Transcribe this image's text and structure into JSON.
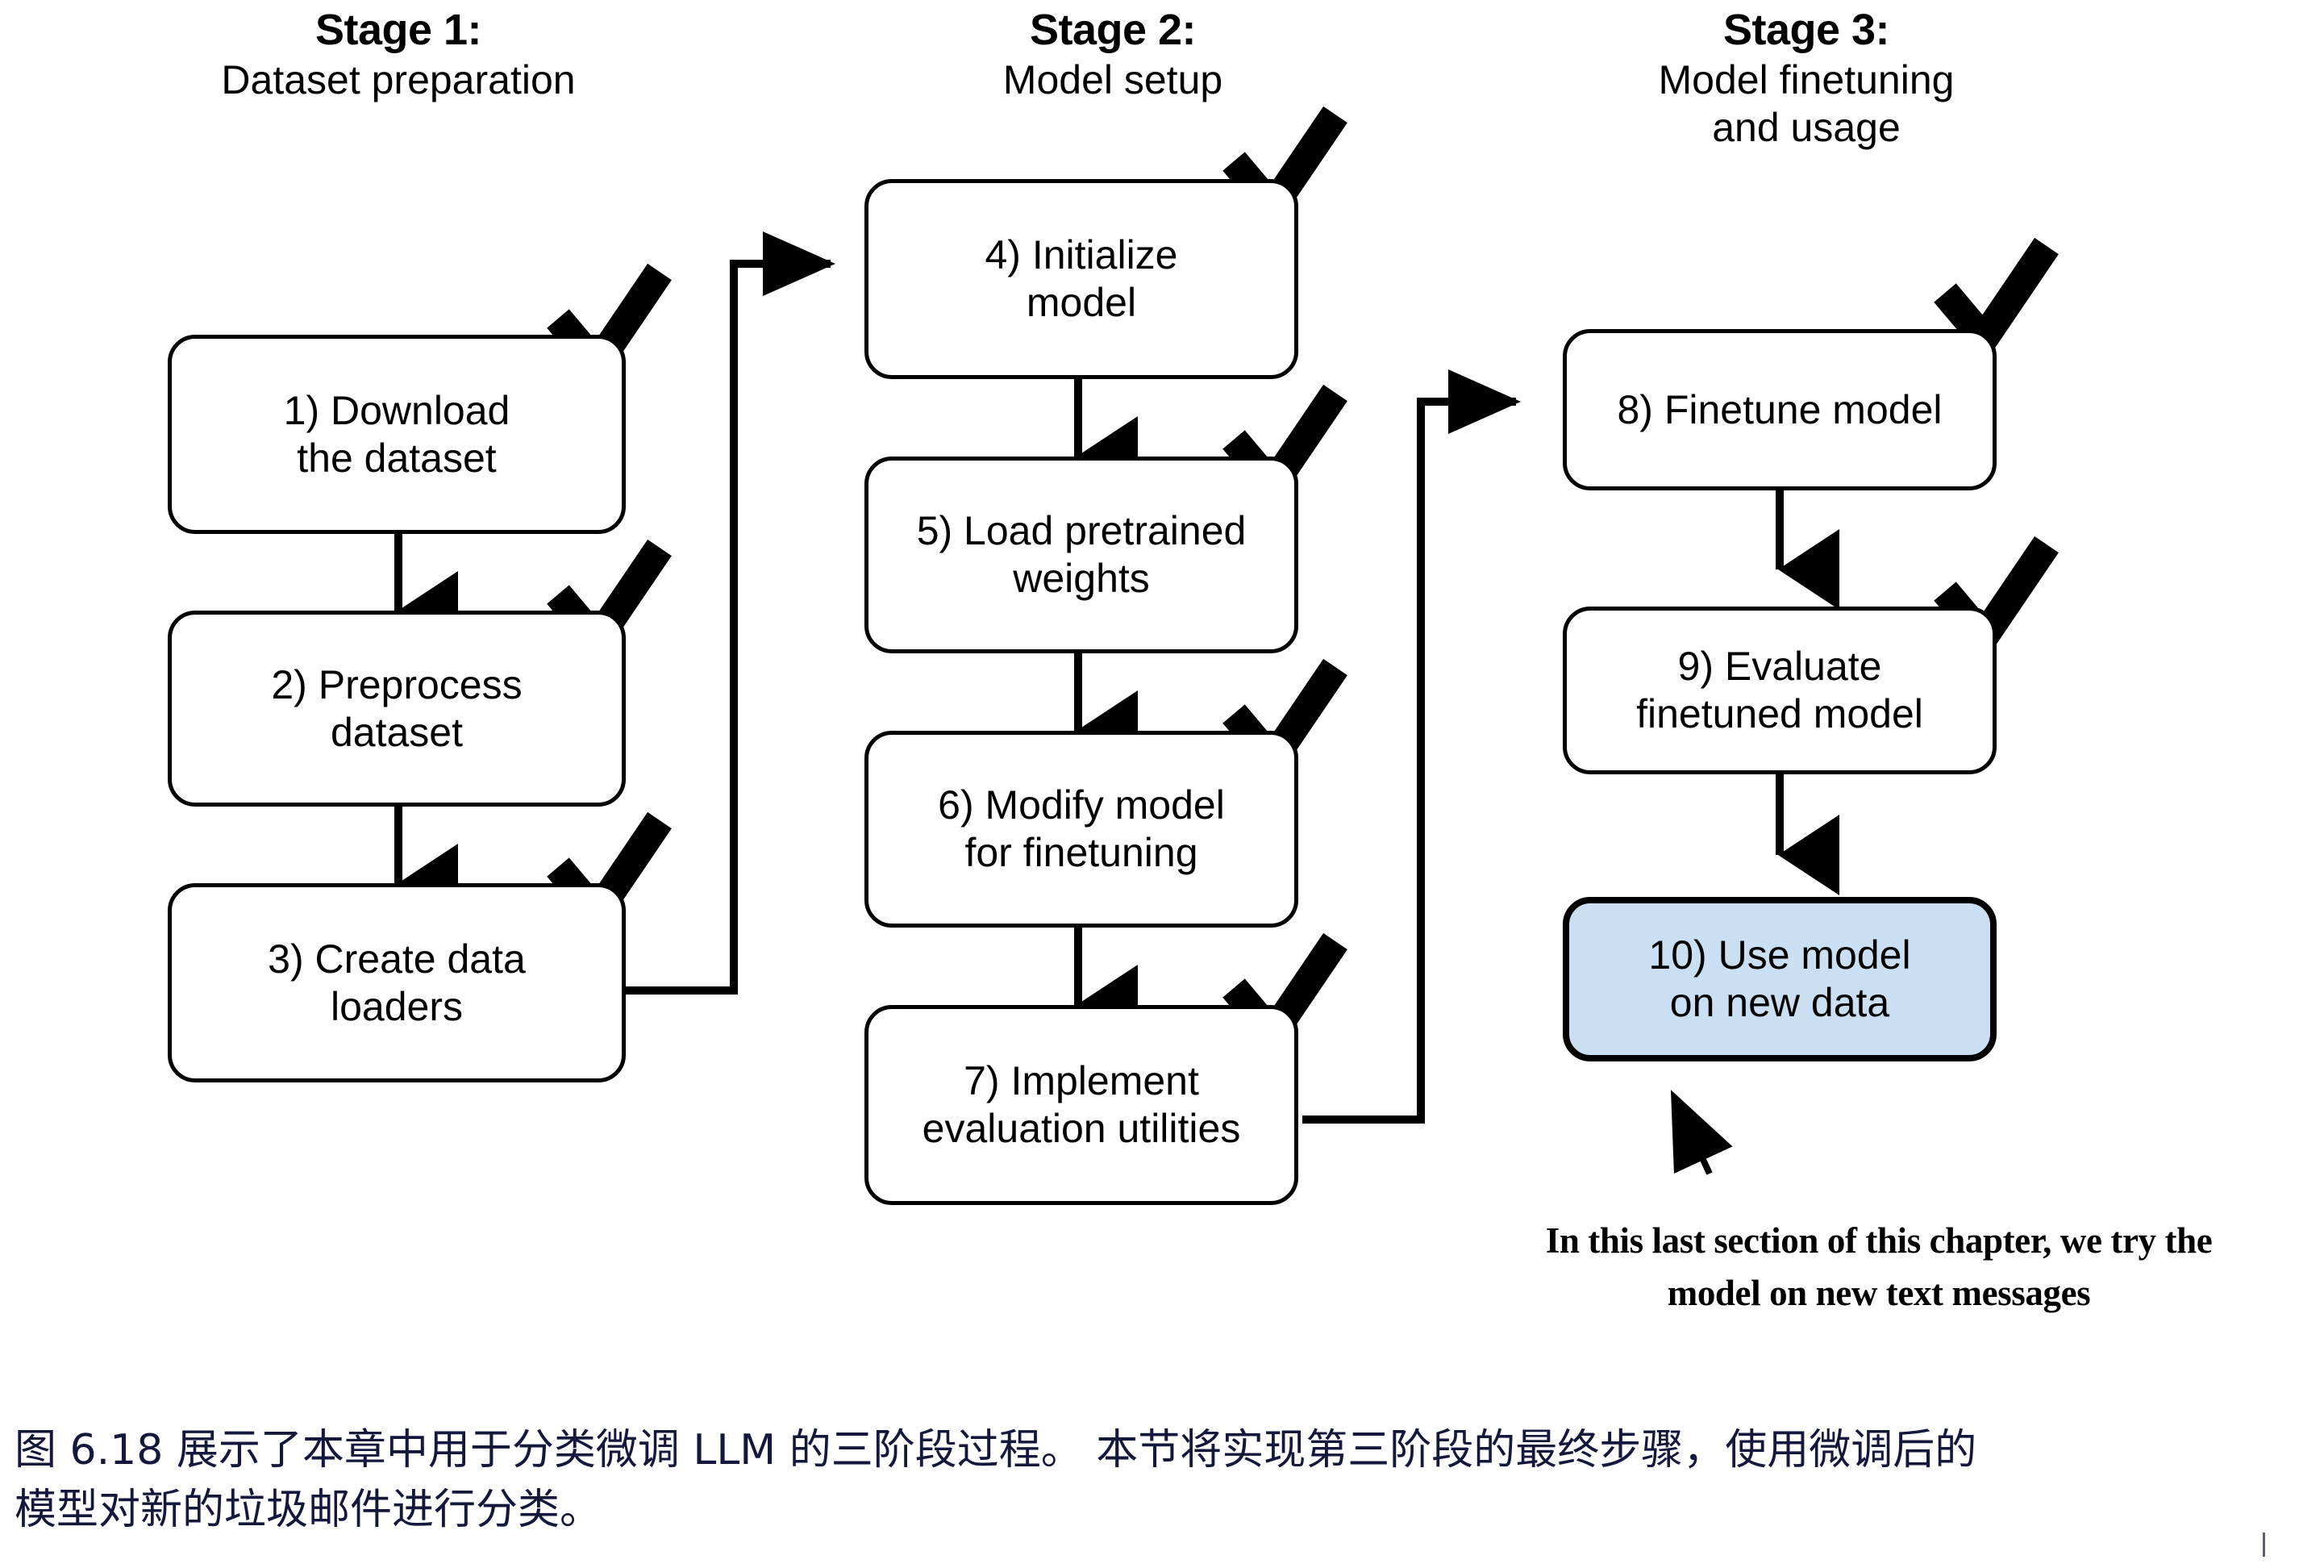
{
  "figure": {
    "title_bold_prefix": "Stage",
    "background_color": "#ffffff",
    "line_color": "#000000",
    "highlight_fill": "#cbdff2"
  },
  "stages": [
    {
      "title": "Stage 1:",
      "subtitle": "Dataset preparation"
    },
    {
      "title": "Stage 2:",
      "subtitle": "Model setup"
    },
    {
      "title": "Stage 3:",
      "subtitle": "Model finetuning\nand usage"
    }
  ],
  "nodes": [
    {
      "id": "n1",
      "label": "1) Download\nthe dataset",
      "checked": true,
      "highlighted": false
    },
    {
      "id": "n2",
      "label": "2) Preprocess\ndataset",
      "checked": true,
      "highlighted": false
    },
    {
      "id": "n3",
      "label": "3) Create data\nloaders",
      "checked": true,
      "highlighted": false
    },
    {
      "id": "n4",
      "label": "4) Initialize\nmodel",
      "checked": true,
      "highlighted": false
    },
    {
      "id": "n5",
      "label": "5) Load pretrained\nweights",
      "checked": true,
      "highlighted": false
    },
    {
      "id": "n6",
      "label": "6) Modify model\nfor finetuning",
      "checked": true,
      "highlighted": false
    },
    {
      "id": "n7",
      "label": "7) Implement\nevaluation utilities",
      "checked": true,
      "highlighted": false
    },
    {
      "id": "n8",
      "label": "8) Finetune model",
      "checked": true,
      "highlighted": false
    },
    {
      "id": "n9",
      "label": "9) Evaluate\nfinetuned model",
      "checked": true,
      "highlighted": false
    },
    {
      "id": "n10",
      "label": "10) Use model\non new data",
      "checked": false,
      "highlighted": true
    }
  ],
  "annotation": {
    "text": "In this last section of this chapter, we try the\nmodel on new text messages"
  },
  "caption": {
    "text": "图 6.18 展示了本章中用于分类微调 LLM 的三阶段过程。 本节将实现第三阶段的最终步骤，使用微调后的\n模型对新的垃圾邮件进行分类。",
    "color": "#14183c"
  }
}
